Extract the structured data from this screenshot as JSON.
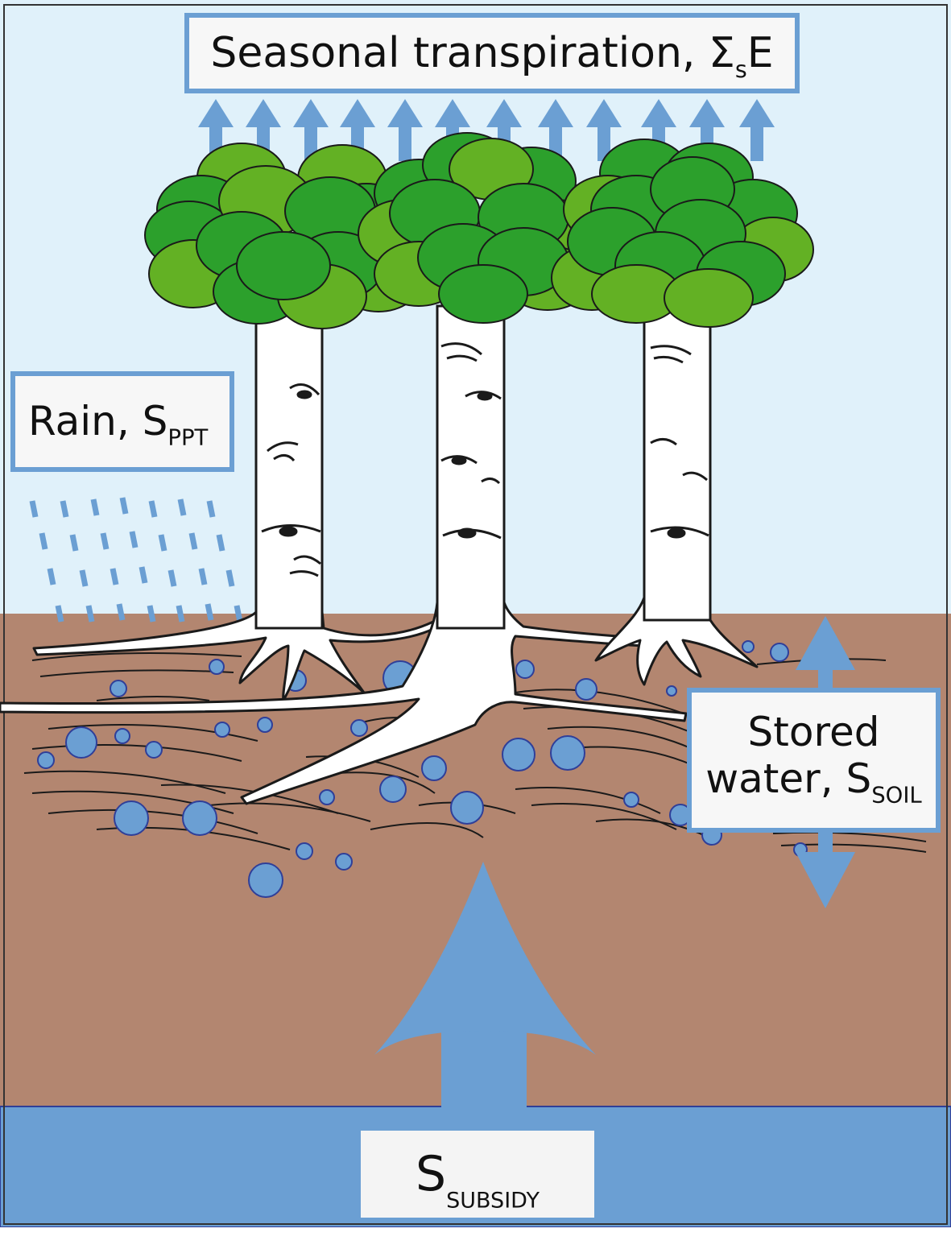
{
  "labels": {
    "transpiration_main": "Seasonal transpiration, Σ",
    "transpiration_sub": "s",
    "transpiration_end": "E",
    "rain_main": "Rain, S",
    "rain_sub": "PPT",
    "stored_line1": "Stored",
    "stored_line2_main": "water, S",
    "stored_sub": "SOIL",
    "subsidy_main": "S",
    "subsidy_sub": "SUBSIDY"
  },
  "colors": {
    "sky": "#e0f1fa",
    "soil": "#b38670",
    "groundwater": "#6b9fd3",
    "arrow": "#6b9fd3",
    "box_border": "#6b9fd3",
    "leaf_dark": "#2ca02c",
    "leaf_light": "#63b124",
    "water_drop": "#6b9fd3"
  }
}
